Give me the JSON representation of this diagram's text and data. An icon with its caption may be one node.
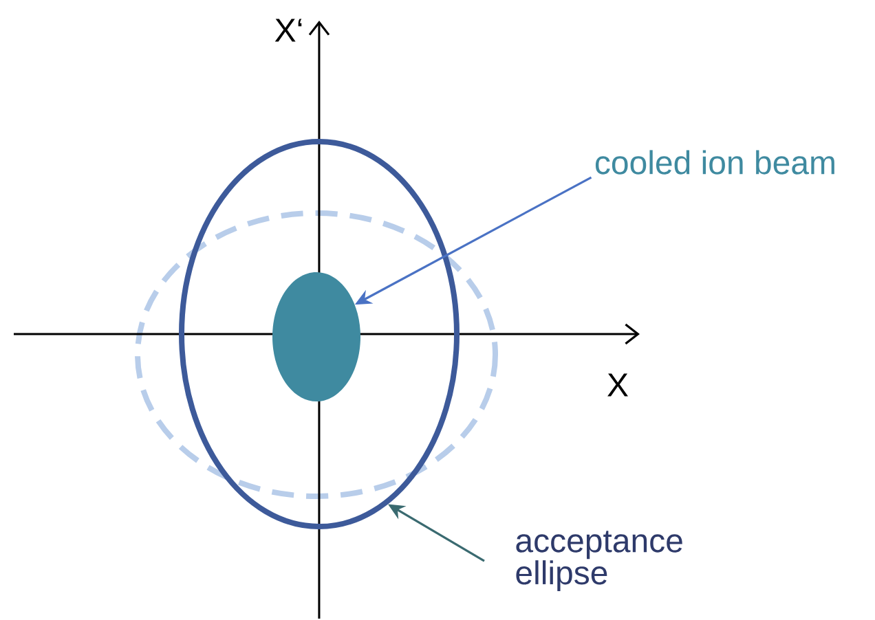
{
  "diagram": {
    "nodes": [
      {
        "text": [
          "cooled ion beam"
        ]
      },
      {
        "text": [],
        "shape": "ellipse"
      },
      {
        "text": [],
        "shape": "ellipse",
        "in": 1
      },
      {
        "text": [
          "acceptance ellipse"
        ]
      }
    ],
    "edges": [
      {
        "from": 0,
        "to": 2,
        "arrow": "to",
        "color": "#4a72c4"
      },
      {
        "from": 3,
        "to": 1,
        "arrow": "to",
        "color": "#3a6a70"
      }
    ],
    "labels": [
      "X‘",
      "X"
    ]
  }
}
